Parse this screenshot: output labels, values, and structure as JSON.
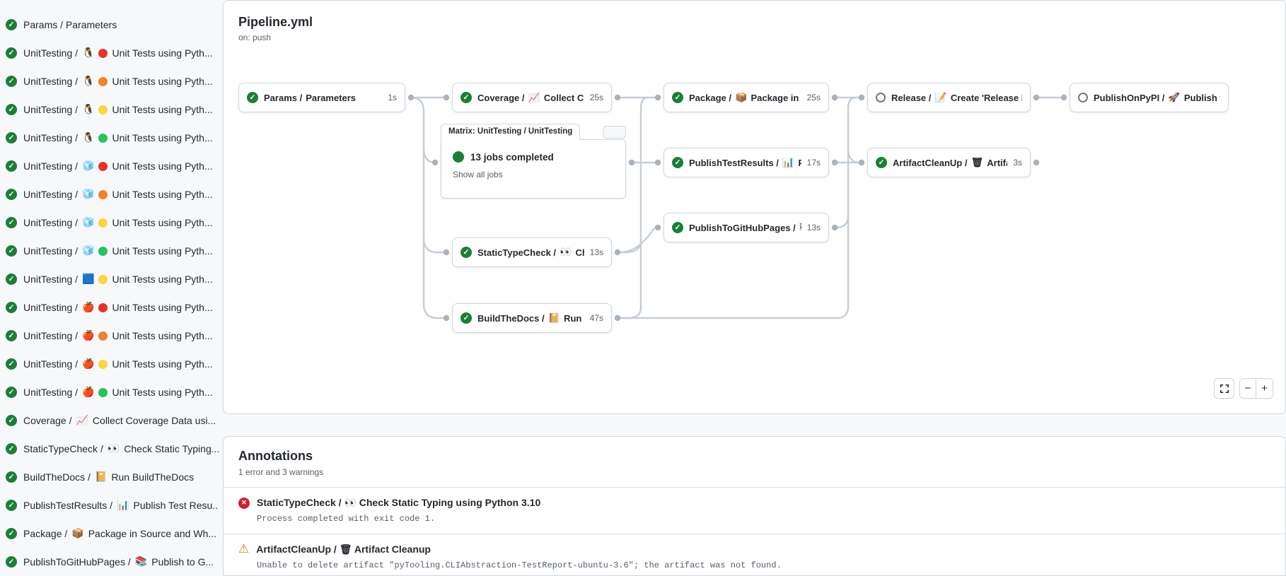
{
  "colors": {
    "success_green": "#1a7f37",
    "error_red": "#cf222e",
    "warning_yellow": "#bf8700",
    "dot_red": "#e5332a",
    "dot_orange": "#f68026",
    "dot_yellow": "#fcd53f",
    "dot_green": "#23c55e"
  },
  "icons": {
    "success": "✓",
    "error": "✕",
    "warning": "⚠",
    "zoom_out": "−",
    "zoom_in": "+"
  },
  "sidebar": {
    "jobs": [
      {
        "status": "success",
        "prefix": "Params / Parameters",
        "os_icon": "",
        "dot": "",
        "label": ""
      },
      {
        "status": "success",
        "prefix": "UnitTesting /",
        "os_icon": "🐧",
        "dot": "red",
        "label": "Unit Tests using Pyth..."
      },
      {
        "status": "success",
        "prefix": "UnitTesting /",
        "os_icon": "🐧",
        "dot": "orange",
        "label": "Unit Tests using Pyth..."
      },
      {
        "status": "success",
        "prefix": "UnitTesting /",
        "os_icon": "🐧",
        "dot": "yellow",
        "label": "Unit Tests using Pyth..."
      },
      {
        "status": "success",
        "prefix": "UnitTesting /",
        "os_icon": "🐧",
        "dot": "green",
        "label": "Unit Tests using Pyth..."
      },
      {
        "status": "success",
        "prefix": "UnitTesting /",
        "os_icon": "🧊",
        "dot": "red",
        "label": "Unit Tests using Pyth..."
      },
      {
        "status": "success",
        "prefix": "UnitTesting /",
        "os_icon": "🧊",
        "dot": "orange",
        "label": "Unit Tests using Pyth..."
      },
      {
        "status": "success",
        "prefix": "UnitTesting /",
        "os_icon": "🧊",
        "dot": "yellow",
        "label": "Unit Tests using Pyth..."
      },
      {
        "status": "success",
        "prefix": "UnitTesting /",
        "os_icon": "🧊",
        "dot": "green",
        "label": "Unit Tests using Pyth..."
      },
      {
        "status": "success",
        "prefix": "UnitTesting /",
        "os_icon": "🟦",
        "dot": "yellow",
        "label": "Unit Tests using Pyth..."
      },
      {
        "status": "success",
        "prefix": "UnitTesting /",
        "os_icon": "🍎",
        "dot": "red",
        "label": "Unit Tests using Pyth..."
      },
      {
        "status": "success",
        "prefix": "UnitTesting /",
        "os_icon": "🍎",
        "dot": "orange",
        "label": "Unit Tests using Pyth..."
      },
      {
        "status": "success",
        "prefix": "UnitTesting /",
        "os_icon": "🍎",
        "dot": "yellow",
        "label": "Unit Tests using Pyth..."
      },
      {
        "status": "success",
        "prefix": "UnitTesting /",
        "os_icon": "🍎",
        "dot": "green",
        "label": "Unit Tests using Pyth..."
      },
      {
        "status": "success",
        "prefix": "Coverage /",
        "os_icon": "📈",
        "dot": "",
        "label": "Collect Coverage Data usi..."
      },
      {
        "status": "success",
        "prefix": "StaticTypeCheck /",
        "os_icon": "👀",
        "dot": "",
        "label": "Check Static Typing..."
      },
      {
        "status": "success",
        "prefix": "BuildTheDocs /",
        "os_icon": "📔",
        "dot": "",
        "label": "Run BuildTheDocs"
      },
      {
        "status": "success",
        "prefix": "PublishTestResults /",
        "os_icon": "📊",
        "dot": "",
        "label": "Publish Test Resu..."
      },
      {
        "status": "success",
        "prefix": "Package /",
        "os_icon": "📦",
        "dot": "",
        "label": "Package in Source and Wh..."
      },
      {
        "status": "success",
        "prefix": "PublishToGitHubPages /",
        "os_icon": "📚",
        "dot": "",
        "label": "Publish to G..."
      }
    ]
  },
  "pipeline": {
    "title": "Pipeline.yml",
    "trigger": "on: push",
    "nodes": {
      "params": {
        "status": "success",
        "prefix": "Params /",
        "icon": "",
        "step": "Parameters",
        "duration": "1s"
      },
      "coverage": {
        "status": "success",
        "prefix": "Coverage /",
        "icon": "📈",
        "step": "Collect Cove...",
        "duration": "25s"
      },
      "package": {
        "status": "success",
        "prefix": "Package /",
        "icon": "📦",
        "step": "Package in So...",
        "duration": "25s"
      },
      "release": {
        "status": "skipped",
        "prefix": "Release /",
        "icon": "📝",
        "step": "Create 'Release P...",
        "duration": ""
      },
      "publishonpypi": {
        "status": "skipped",
        "prefix": "PublishOnPyPI /",
        "icon": "🚀",
        "step": "Publish to ...",
        "duration": ""
      },
      "publishtestresults": {
        "status": "success",
        "prefix": "PublishTestResults /",
        "icon": "📊",
        "step": "Pu...",
        "duration": "17s"
      },
      "artifactcleanup": {
        "status": "success",
        "prefix": "ArtifactCleanUp /",
        "icon": "🗑",
        "step": "Artifac...",
        "duration": "3s"
      },
      "publishtogithubpages": {
        "status": "success",
        "prefix": "PublishToGitHubPages /",
        "icon": "📚",
        "step": "...",
        "duration": "13s"
      },
      "statictypecheck": {
        "status": "success",
        "prefix": "StaticTypeCheck /",
        "icon": "👀",
        "step": "Chec...",
        "duration": "13s"
      },
      "buildthedocs": {
        "status": "success",
        "prefix": "BuildTheDocs /",
        "icon": "📔",
        "step": "Run Buil...",
        "duration": "47s"
      }
    },
    "matrix": {
      "title": "Matrix: UnitTesting / UnitTesting",
      "status": "success",
      "summary": "13 jobs completed",
      "link": "Show all jobs"
    }
  },
  "annotations": {
    "title": "Annotations",
    "summary": "1 error and 3 warnings",
    "items": [
      {
        "type": "error",
        "title": "StaticTypeCheck / 👀 Check Static Typing using Python 3.10",
        "message": "Process completed with exit code 1."
      },
      {
        "type": "warning",
        "title": "ArtifactCleanUp / 🗑 Artifact Cleanup",
        "message": "Unable to delete artifact \"pyTooling.CLIAbstraction-TestReport-ubuntu-3.6\"; the artifact was not found."
      }
    ]
  }
}
